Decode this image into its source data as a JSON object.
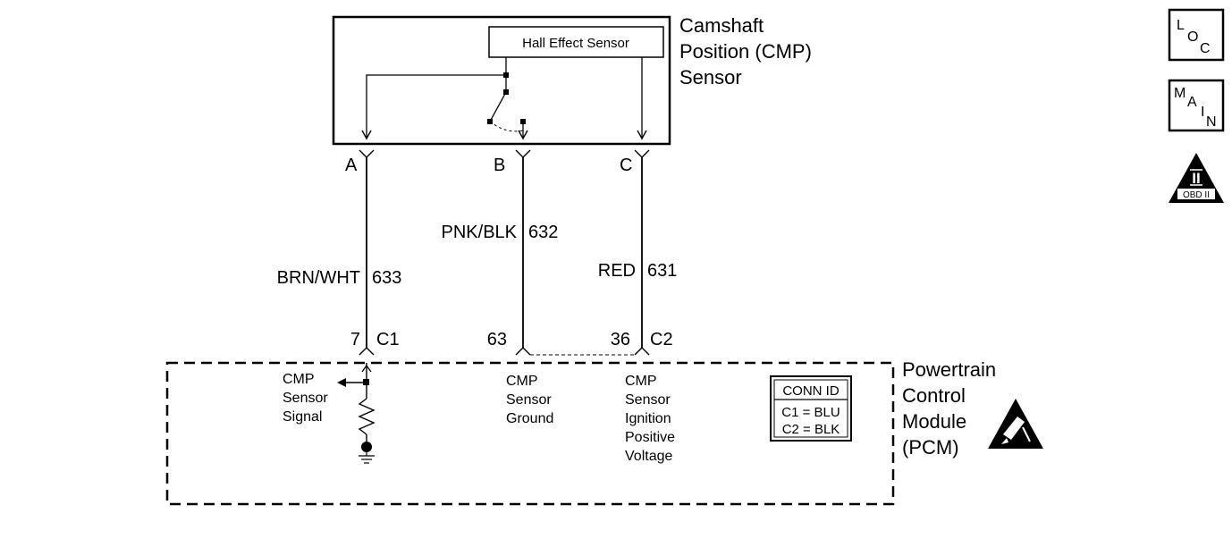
{
  "sensor": {
    "hall_effect_label": "Hall Effect Sensor",
    "title_lines": [
      "Camshaft",
      "Position (CMP)",
      "Sensor"
    ]
  },
  "wires": [
    {
      "pin": "A",
      "color_code": "BRN/WHT",
      "circuit": "633",
      "pcm_pin": "7",
      "connector": "C1"
    },
    {
      "pin": "B",
      "color_code": "PNK/BLK",
      "circuit": "632",
      "pcm_pin": "63",
      "connector": ""
    },
    {
      "pin": "C",
      "color_code": "RED",
      "circuit": "631",
      "pcm_pin": "36",
      "connector": "C2"
    }
  ],
  "pcm": {
    "title_lines": [
      "Powertrain",
      "Control",
      "Module",
      "(PCM)"
    ],
    "signal_label_lines": [
      "CMP",
      "Sensor",
      "Signal"
    ],
    "ground_label_lines": [
      "CMP",
      "Sensor",
      "Ground"
    ],
    "voltage_label_lines": [
      "CMP",
      "Sensor",
      "Ignition",
      "Positive",
      "Voltage"
    ],
    "conn_id": {
      "header": "CONN ID",
      "rows": [
        "C1 = BLU",
        "C2 = BLK"
      ]
    },
    "esd_icon": "esd-warning-icon"
  },
  "side_icons": [
    {
      "name": "loc-icon",
      "letters": [
        "L",
        "O",
        "C"
      ]
    },
    {
      "name": "main-icon",
      "letters": [
        "M",
        "A",
        "I",
        "N"
      ]
    },
    {
      "name": "obd-ii-icon",
      "roman": "II",
      "label": "OBD II"
    }
  ]
}
